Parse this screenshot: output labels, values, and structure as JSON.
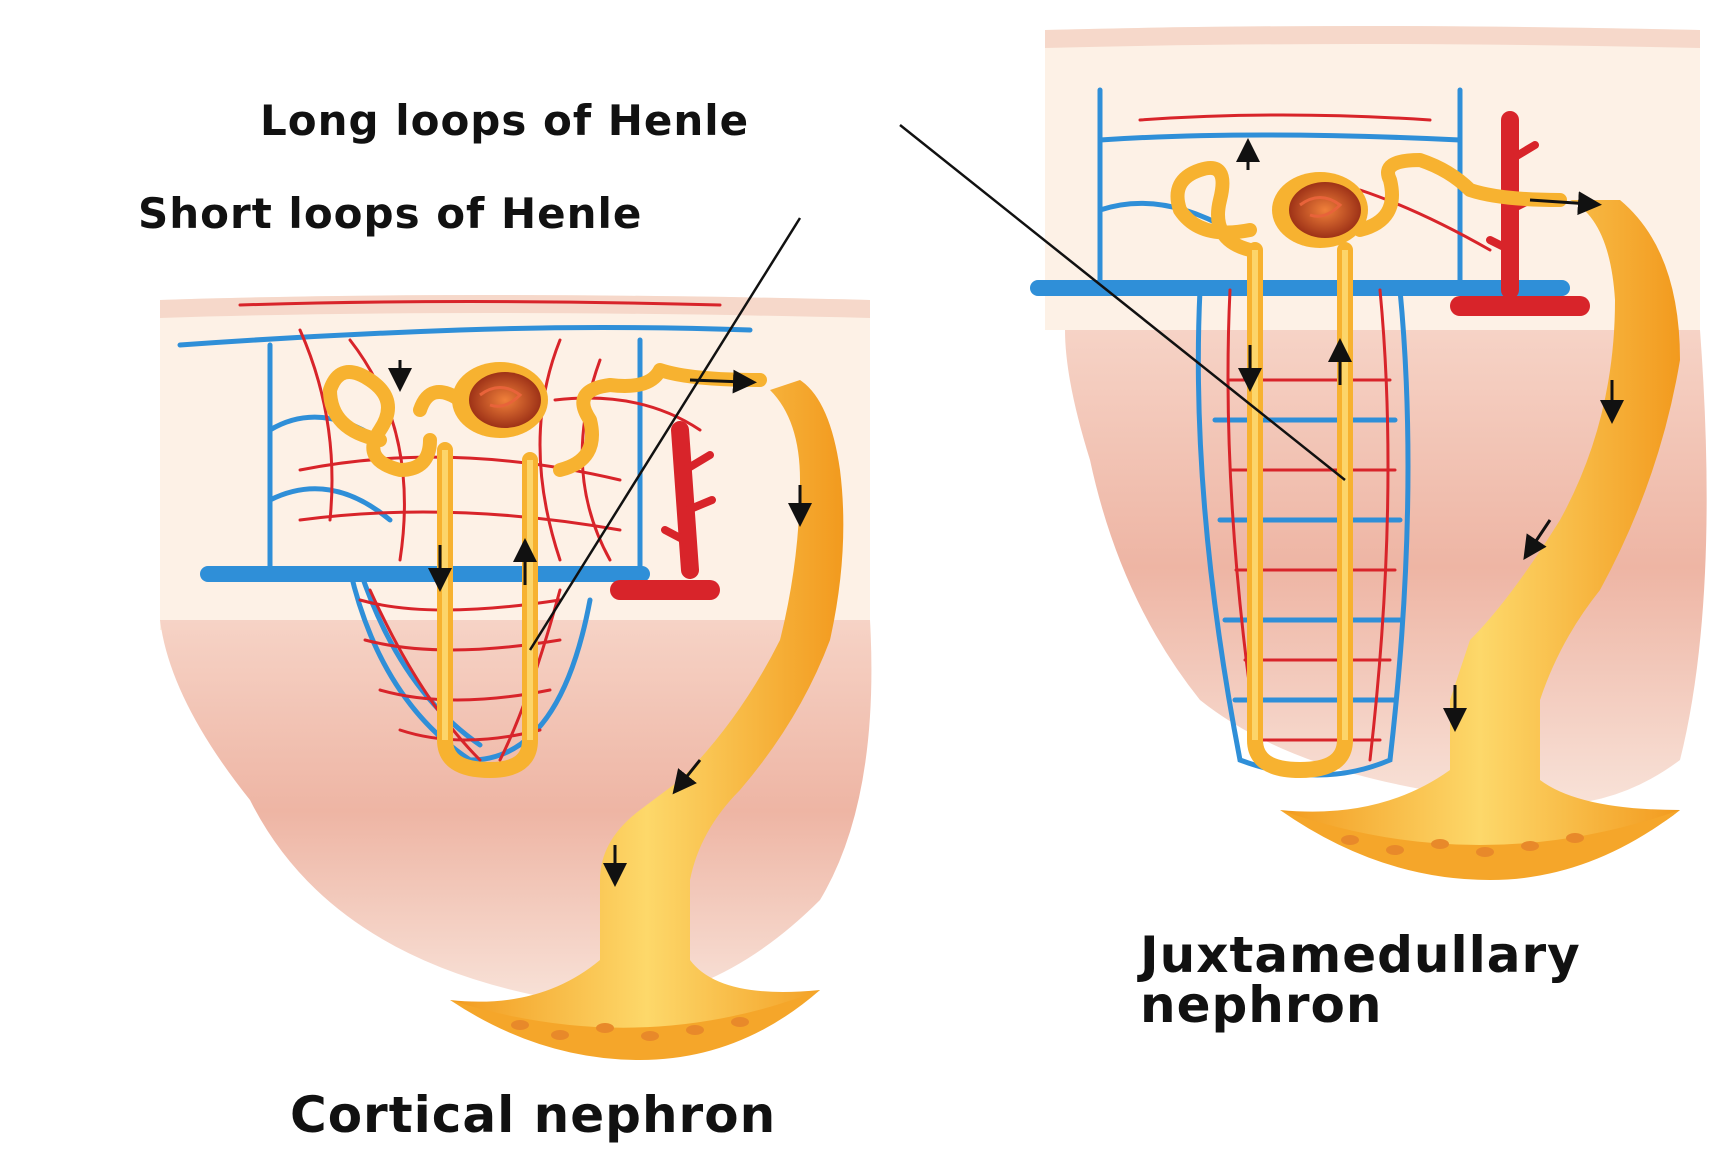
{
  "labels": {
    "long_loops": "Long loops of Henle",
    "short_loops": "Short loops of Henle",
    "cortical": "Cortical nephron",
    "juxta_line1": "Juxtamedullary",
    "juxta_line2": "nephron"
  },
  "colors": {
    "artery": "#d8242a",
    "vein": "#2f8fd8",
    "tubule": "#f7b230",
    "tubule_light": "#fcd56a",
    "cortex_bg": "#fbeee2",
    "medulla_bg": "#f2c2b2",
    "glomerulus": "#b8451f"
  }
}
